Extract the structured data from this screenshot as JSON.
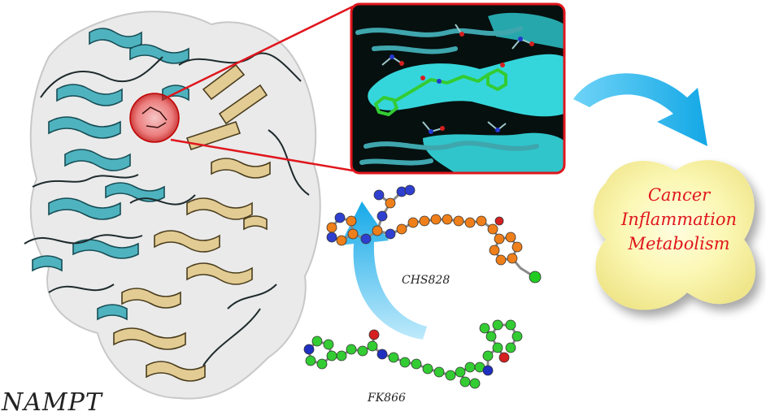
{
  "protein": {
    "label": "NAMPT"
  },
  "inhibitors": [
    {
      "name": "CHS828"
    },
    {
      "name": "FK866"
    }
  ],
  "effects": {
    "items": [
      "Cancer",
      "Inflammation",
      "Metabolism"
    ]
  },
  "colors": {
    "chain_a": "#4fb3bf",
    "chain_b": "#e3cc93",
    "highlight": "#e0161d",
    "arrow": "#24b7ec",
    "effect_text": "#e0161d",
    "blob": "#fbf7b3",
    "atom_carbon_chs": "#ef7f1a",
    "atom_carbon_fk": "#33cc33",
    "atom_nitrogen": "#1f2fbf",
    "atom_oxygen": "#d42020",
    "atom_chlorine": "#22cc22"
  }
}
